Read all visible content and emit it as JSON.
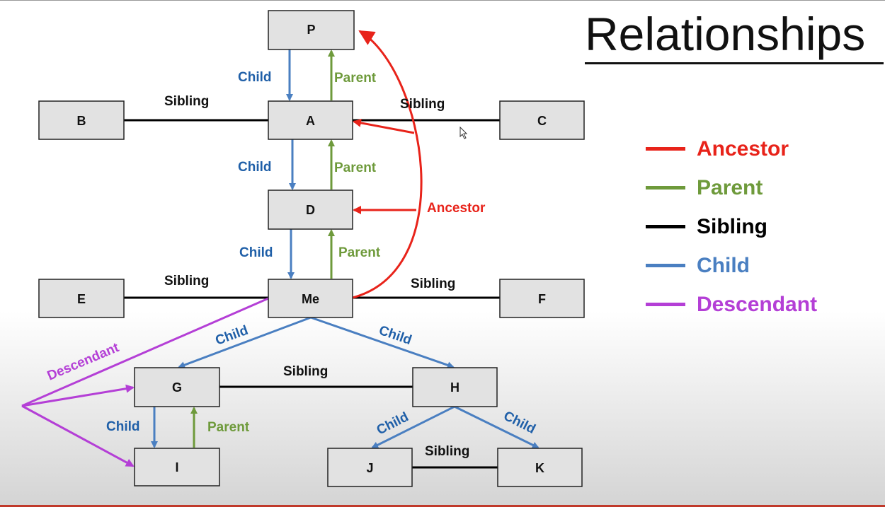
{
  "title": "Relationships",
  "colors": {
    "ancestor": "#e8231a",
    "parent": "#6e9a3b",
    "sibling": "#000000",
    "child": "#4a7fc1",
    "child_text": "#1f5fa8",
    "descendant": "#b43fd6"
  },
  "legend": [
    {
      "label": "Ancestor",
      "color": "#e8231a"
    },
    {
      "label": "Parent",
      "color": "#6e9a3b"
    },
    {
      "label": "Sibling",
      "color": "#000000"
    },
    {
      "label": "Child",
      "color": "#4a7fc1"
    },
    {
      "label": "Descendant",
      "color": "#b43fd6"
    }
  ],
  "nodes": {
    "P": "P",
    "A": "A",
    "B": "B",
    "C": "C",
    "D": "D",
    "Me": "Me",
    "E": "E",
    "F": "F",
    "G": "G",
    "H": "H",
    "I": "I",
    "J": "J",
    "K": "K"
  },
  "labels": {
    "child": "Child",
    "parent": "Parent",
    "sibling": "Sibling",
    "ancestor": "Ancestor",
    "descendant": "Descendant"
  }
}
